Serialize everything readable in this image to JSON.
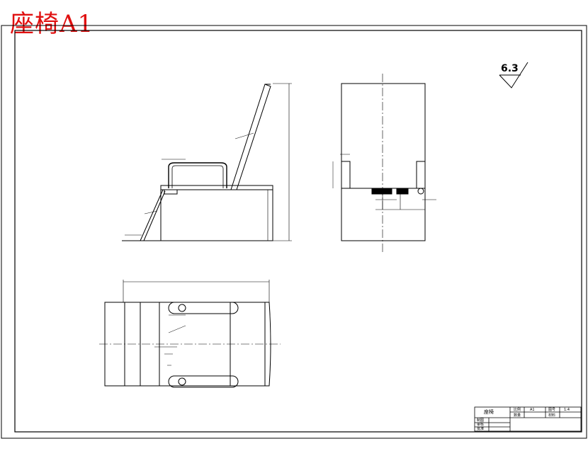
{
  "drawing": {
    "title": "座椅A1",
    "roughness_symbol": "6.3"
  },
  "title_block": {
    "part_name": "座椅",
    "cells": {
      "scale_label": "比例",
      "scale_value": "A1",
      "sheet_label": "图号",
      "sheet_value": "1:4",
      "qty_label": "数量",
      "material_label": "材料",
      "draw_label": "制图",
      "check_label": "审核",
      "approve_label": "批准"
    }
  },
  "colors": {
    "title_red": "#e01010",
    "line": "#000000",
    "paper": "#ffffff"
  }
}
